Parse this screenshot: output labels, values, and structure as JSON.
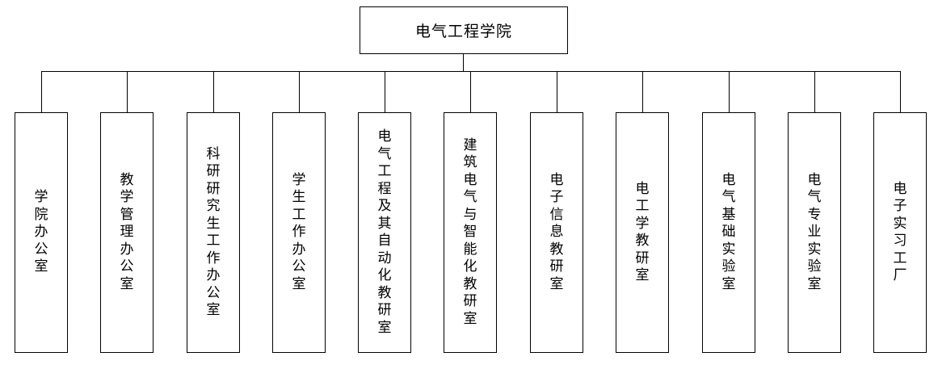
{
  "root": {
    "label": "电气工程学院"
  },
  "departments": [
    {
      "label": "学院办公室"
    },
    {
      "label": "教学管理办公室"
    },
    {
      "label": "科研研究生工作办公室"
    },
    {
      "label": "学生工作办公室"
    },
    {
      "label": "电气工程及其自动化教研室"
    },
    {
      "label": "建筑电气与智能化教研室"
    },
    {
      "label": "电子信息教研室"
    },
    {
      "label": "电工学教研室"
    },
    {
      "label": "电气基础实验室"
    },
    {
      "label": "电气专业实验室"
    },
    {
      "label": "电子实习工厂"
    }
  ]
}
